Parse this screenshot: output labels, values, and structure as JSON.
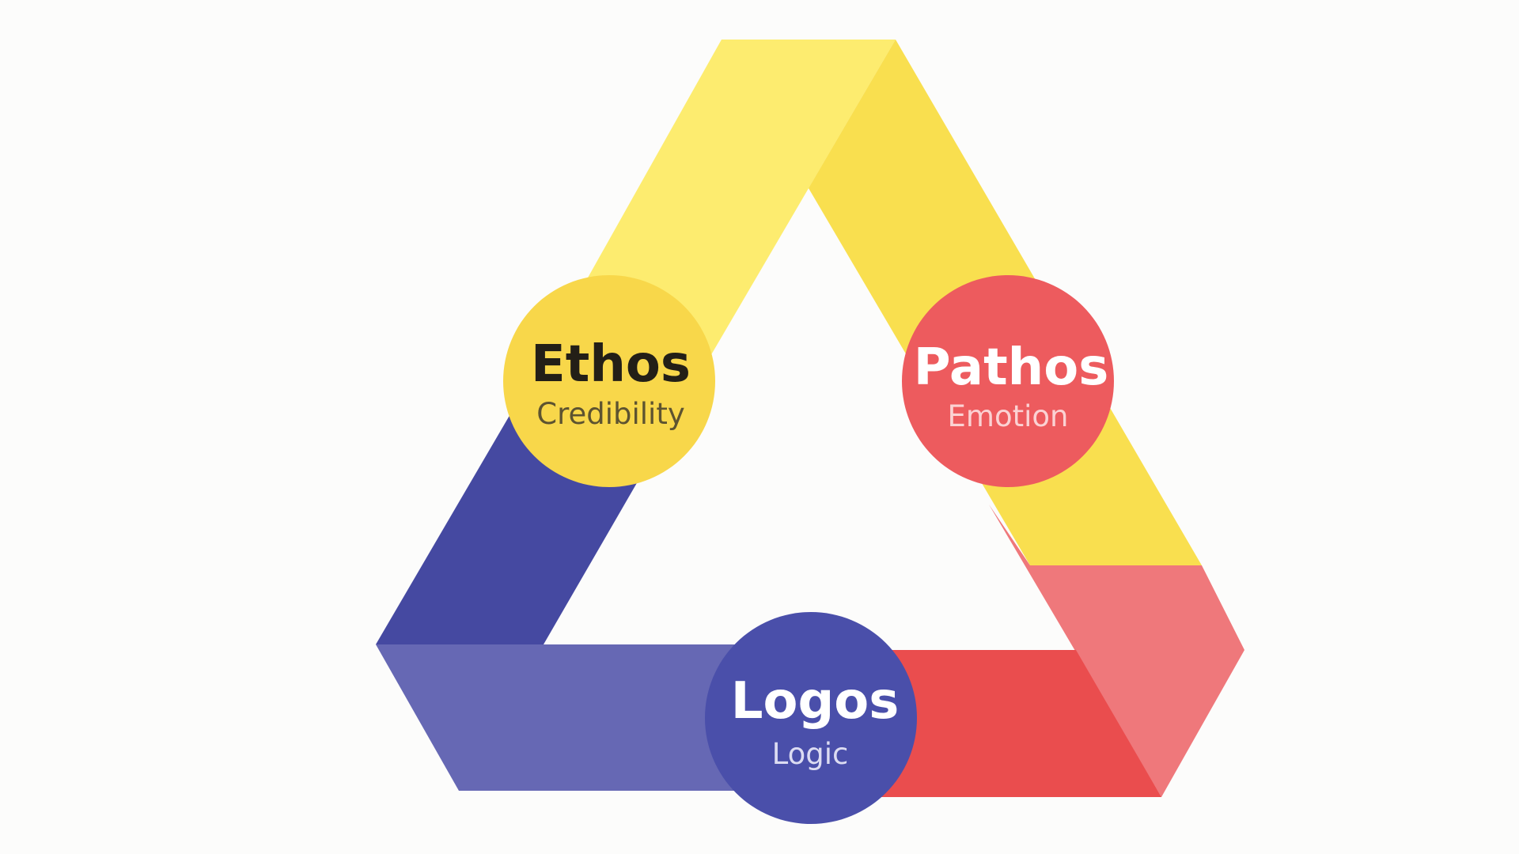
{
  "colors": {
    "background": "#fcfcfb",
    "yellow_light": "#fdec6f",
    "yellow_dark": "#f9df4f",
    "yellow_circle": "#f8d74a",
    "blue_dark": "#4549a1",
    "blue_light": "#6668b4",
    "blue_circle": "#4a4faa",
    "red_light": "#ef787b",
    "red_dark": "#ea4d4e",
    "red_circle": "#ed5b5e",
    "ethos_title_color": "#231f17",
    "ethos_sub_color": "#5d5330",
    "light_title_color": "#ffffff",
    "pathos_sub_color": "#fbd2d3",
    "logos_sub_color": "#dcdcf2"
  },
  "nodes": {
    "ethos": {
      "title": "Ethos",
      "subtitle": "Credibility"
    },
    "pathos": {
      "title": "Pathos",
      "subtitle": "Emotion"
    },
    "logos": {
      "title": "Logos",
      "subtitle": "Logic"
    }
  }
}
